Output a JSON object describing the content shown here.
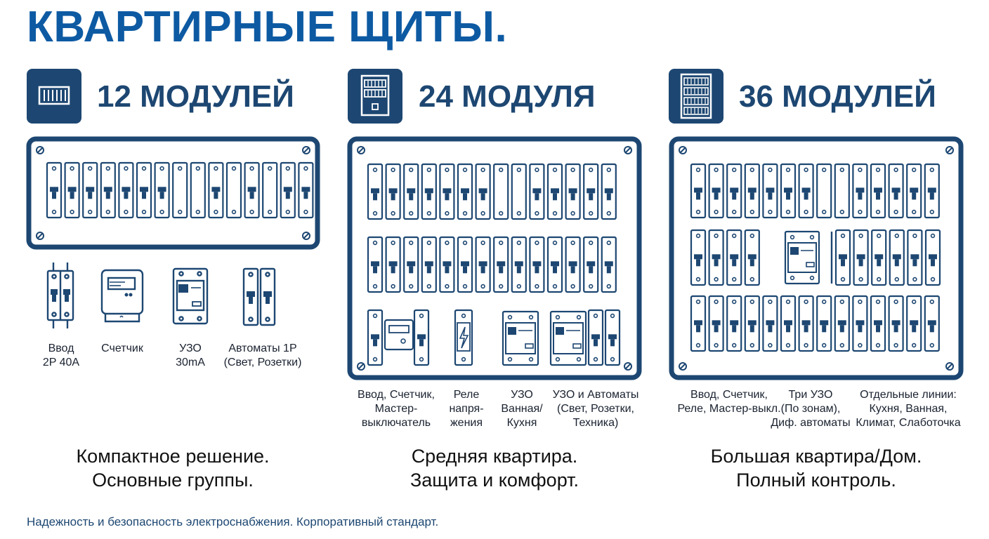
{
  "title": "КВАРТИРНЫЕ ЩИТЫ.",
  "columns": [
    {
      "heading": "12 МОДУЛЕЙ",
      "summary": "Компактное решение.\nОсновные группы.",
      "legend": [
        {
          "icon": "input-breaker-2p-icon",
          "label": "Ввод\n2P 40A"
        },
        {
          "icon": "electric-meter-icon",
          "label": "Счетчик"
        },
        {
          "icon": "rcd-icon",
          "label": "УЗО\n30mA"
        },
        {
          "icon": "circuit-breakers-1p-icon",
          "label": "Автоматы 1P\n(Свет, Розетки)"
        }
      ]
    },
    {
      "heading": "24 МОДУЛЯ",
      "summary": "Средняя квартира.\nЗащита и комфорт.",
      "legend": [
        {
          "label": "Ввод, Счетчик,\nМастер-\nвыключатель"
        },
        {
          "label": "Реле\nнапря-\nжения"
        },
        {
          "label": "УЗО\nВанная/\nКухня"
        },
        {
          "label": "УЗО и Автоматы\n(Свет, Розетки,\nТехника)"
        }
      ]
    },
    {
      "heading": "36 МОДУЛЕЙ",
      "summary": "Большая квартира/Дом.\nПолный контроль.",
      "legend": [
        {
          "label": "Ввод, Счетчик,\nРеле, Мастер-выкл."
        },
        {
          "label": "Три УЗО\n(По зонам),\nДиф. автоматы"
        },
        {
          "label": "Отдельные линии:\nКухня, Ванная,\nКлимат, Слаботочка"
        }
      ]
    }
  ],
  "footer": "Надежность и безопасность электроснабжения. Корпоративный стандарт.",
  "colors": {
    "primary": "#1d4772",
    "title": "#0d5aa3",
    "text": "#1a2230"
  }
}
